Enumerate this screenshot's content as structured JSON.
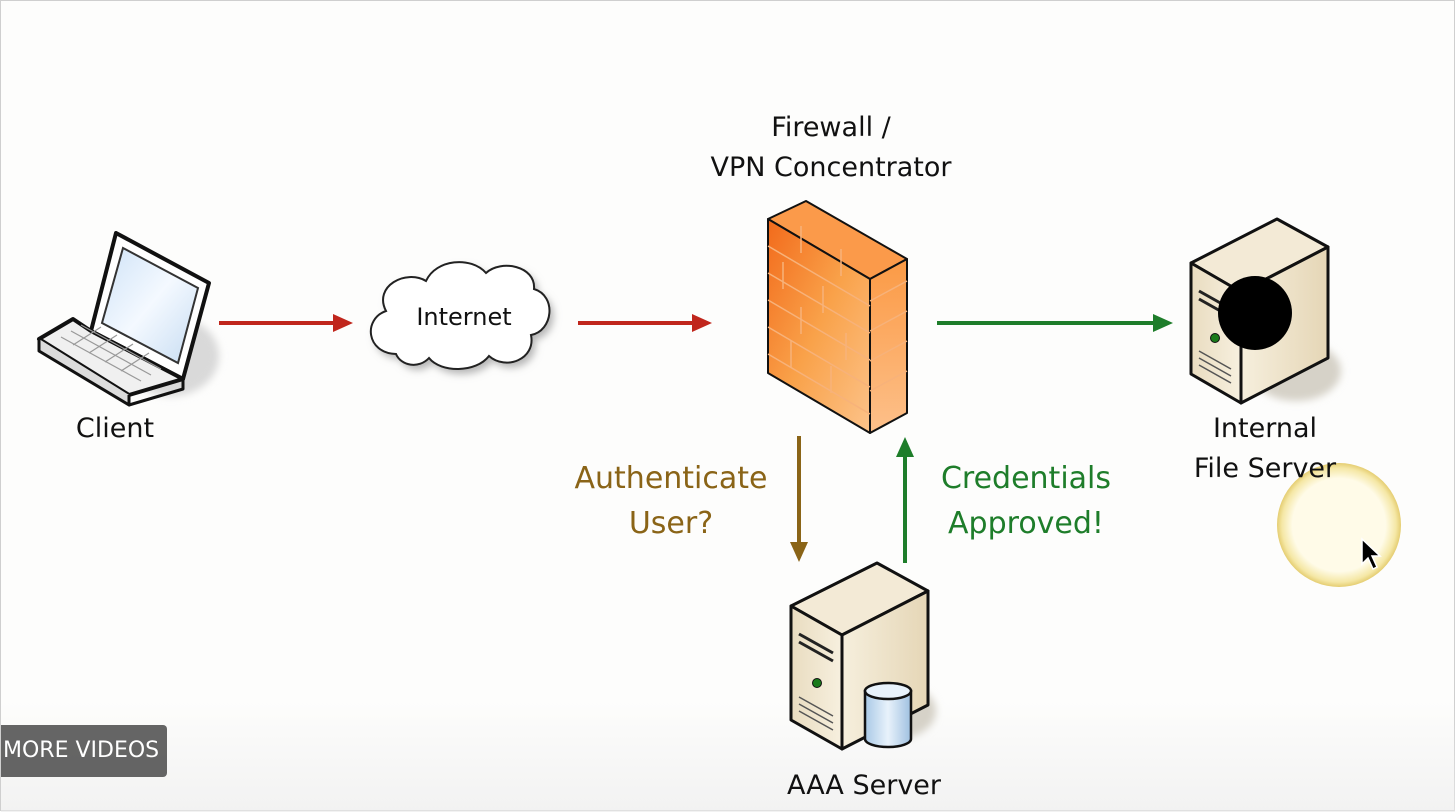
{
  "nodes": {
    "client": "Client",
    "internet": "Internet",
    "firewall_line1": "Firewall /",
    "firewall_line2": "VPN Concentrator",
    "file_server_line1": "Internal",
    "file_server_line2": "File Server",
    "aaa_server": "AAA Server"
  },
  "annotations": {
    "authenticate_line1": "Authenticate",
    "authenticate_line2": "User?",
    "credentials_line1": "Credentials",
    "credentials_line2": "Approved!"
  },
  "overlay": {
    "more_videos": "MORE VIDEOS"
  },
  "colors": {
    "red_arrow": "#c0261c",
    "green_arrow": "#1e7d2a",
    "brown_arrow": "#8a6417",
    "authenticate_text": "#8a6417",
    "credentials_text": "#1e7d2a",
    "firewall_orange": "#f7902f"
  },
  "icons": [
    "laptop-icon",
    "cloud-icon",
    "firewall-icon",
    "server-icon",
    "database-icon",
    "cursor-icon"
  ]
}
